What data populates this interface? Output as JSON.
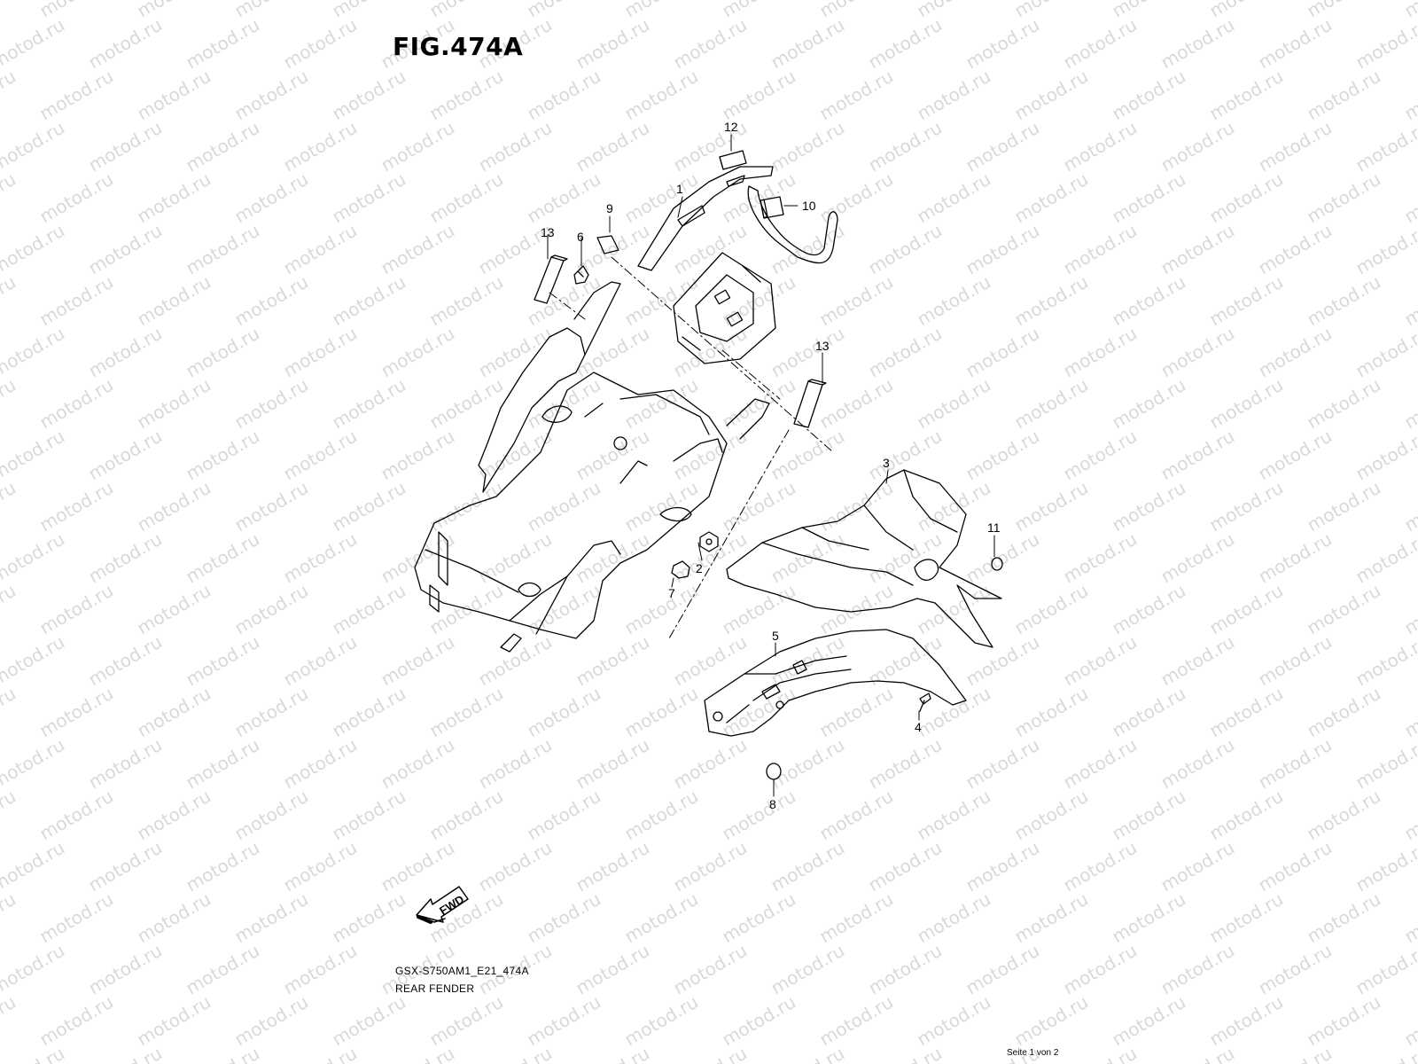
{
  "figure_title": "FIG.474A",
  "model_code": "GSX-S750AM1_E21_474A",
  "section_name": "REAR FENDER",
  "page_indicator": "Seite 1 von 2",
  "watermark_text": "motod.ru",
  "fwd_label": "FWD",
  "callouts": {
    "c1": "1",
    "c2": "2",
    "c3": "3",
    "c4": "4",
    "c5": "5",
    "c6": "6",
    "c7": "7",
    "c8": "8",
    "c9": "9",
    "c10": "10",
    "c11": "11",
    "c12": "12",
    "c13a": "13",
    "c13b": "13"
  },
  "colors": {
    "line": "#000000",
    "watermark": "#d9d9d9",
    "background": "#ffffff"
  }
}
